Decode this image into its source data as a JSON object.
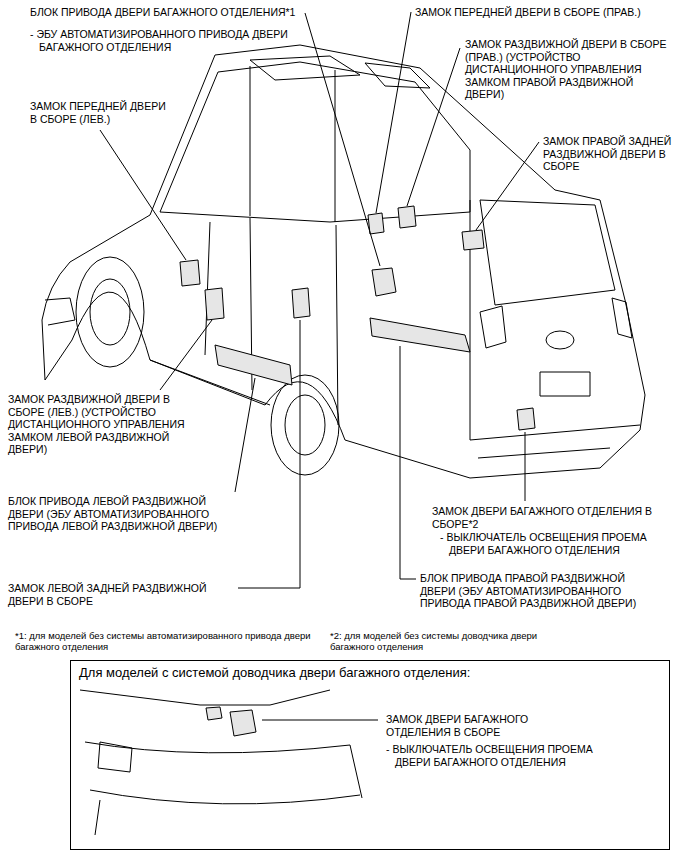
{
  "diagram": {
    "nodes": [
      {
        "text": [
          "Для моделей с системой доводчика двери багажного отделения:",
          "ЗАМОК ДВЕРИ БАГАЖНОГО ОТДЕЛЕНИЯ В СБОРЕ",
          "- ВЫКЛЮЧАТЕЛЬ ОСВЕЩЕНИЯ ПРОЕМА ДВЕРИ БАГАЖНОГО ОТДЕЛЕНИЯ"
        ]
      }
    ],
    "labels": [
      "БЛОК ПРИВОДА ДВЕРИ БАГАЖНОГО ОТДЕЛЕНИЯ*1",
      "- ЭБУ АВТОМАТИЗИРОВАННОГО ПРИВОДА ДВЕРИ БАГАЖНОГО ОТДЕЛЕНИЯ",
      "ЗАМОК ПЕРЕДНЕЙ ДВЕРИ В СБОРЕ (ПРАВ.)",
      "ЗАМОК РАЗДВИЖНОЙ ДВЕРИ В СБОРЕ (ПРАВ.) (УСТРОЙСТВО ДИСТАНЦИОННОГО УПРАВЛЕНИЯ ЗАМКОМ ПРАВОЙ РАЗДВИЖНОЙ ДВЕРИ)",
      "ЗАМОК ПЕРЕДНЕЙ ДВЕРИ В СБОРЕ (ЛЕВ.)",
      "ЗАМОК ПРАВОЙ ЗАДНЕЙ РАЗДВИЖНОЙ ДВЕРИ В СБОРЕ",
      "ЗАМОК РАЗДВИЖНОЙ ДВЕРИ В СБОРЕ (ЛЕВ.) (УСТРОЙСТВО ДИСТАНЦИОННОГО УПРАВЛЕНИЯ ЗАМКОМ ЛЕВОЙ РАЗДВИЖНОЙ ДВЕРИ)",
      "БЛОК ПРИВОДА ЛЕВОЙ РАЗДВИЖНОЙ ДВЕРИ (ЭБУ АВТОМАТИЗИРОВАННОГО ПРИВОДА ЛЕВОЙ РАЗДВИЖНОЙ ДВЕРИ)",
      "ЗАМОК ДВЕРИ БАГАЖНОГО ОТДЕЛЕНИЯ В СБОРЕ*2",
      "- ВЫКЛЮЧАТЕЛЬ ОСВЕЩЕНИЯ ПРОЕМА ДВЕРИ БАГАЖНОГО ОТДЕЛЕНИЯ",
      "ЗАМОК ЛЕВОЙ ЗАДНЕЙ РАЗДВИЖНОЙ ДВЕРИ В СБОРЕ",
      "БЛОК ПРИВОДА ПРАВОЙ РАЗДВИЖНОЙ ДВЕРИ (ЭБУ АВТОМАТИЗИРОВАННОГО ПРИВОДА ПРАВОЙ РАЗДВИЖНОЙ ДВЕРИ)",
      "*1: для моделей без системы автоматизированного привода двери багажного отделения",
      "*2: для моделей без системы доводчика двери багажного отделения"
    ]
  }
}
